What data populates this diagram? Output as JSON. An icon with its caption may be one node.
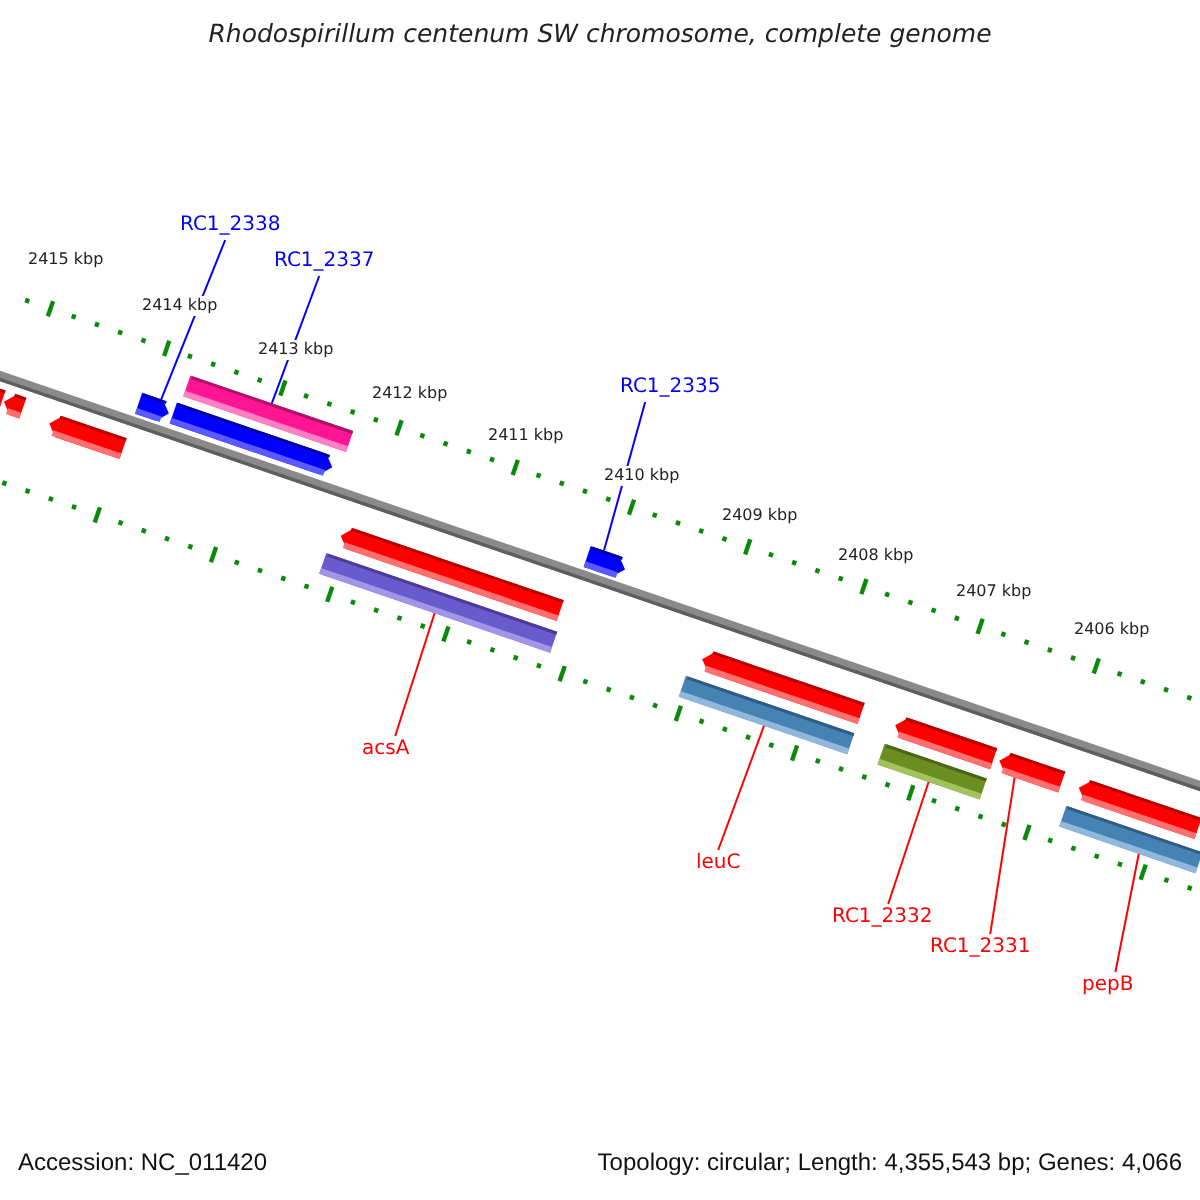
{
  "diagram": {
    "title": "Rhodospirillum centenum SW chromosome, complete genome",
    "nodes": [
      {
        "text": [
          "RC1_2338"
        ]
      },
      {
        "text": [
          "RC1_2337"
        ]
      },
      {
        "text": [
          "RC1_2335"
        ]
      },
      {
        "text": [
          "acsA"
        ]
      },
      {
        "text": [
          "leuC"
        ]
      },
      {
        "text": [
          "RC1_2332"
        ]
      },
      {
        "text": [
          "RC1_2331"
        ]
      },
      {
        "text": [
          "pepB"
        ]
      },
      {
        "text": [],
        "shape": "bar"
      },
      {
        "text": [],
        "shape": "bar"
      },
      {
        "text": [],
        "shape": "bar"
      },
      {
        "text": [],
        "shape": "bar"
      },
      {
        "text": [],
        "shape": "bar"
      },
      {
        "text": [],
        "shape": "bar"
      },
      {
        "text": [],
        "shape": "bar"
      },
      {
        "text": [],
        "shape": "bar"
      },
      {
        "text": [],
        "shape": "bar"
      },
      {
        "text": [],
        "shape": "bar"
      },
      {
        "text": [],
        "shape": "bar"
      },
      {
        "text": [],
        "shape": "bar"
      },
      {
        "text": [],
        "shape": "bar"
      },
      {
        "text": [],
        "shape": "bar"
      },
      {
        "text": [],
        "shape": "bar"
      },
      {
        "text": [],
        "shape": "bar"
      }
    ],
    "edges": [
      {
        "from": 0,
        "to": 11,
        "arrow": "none",
        "color": "#0000ff"
      },
      {
        "from": 1,
        "to": 12,
        "arrow": "none",
        "color": "#0000ff"
      },
      {
        "from": 2,
        "to": 16,
        "arrow": "none",
        "color": "#0000ff"
      },
      {
        "from": 3,
        "to": 15,
        "arrow": "none"
      },
      {
        "from": 4,
        "to": 18,
        "arrow": "none"
      },
      {
        "from": 5,
        "to": 20,
        "arrow": "none"
      },
      {
        "from": 6,
        "to": 21,
        "arrow": "none"
      },
      {
        "from": 7,
        "to": 23,
        "arrow": "none"
      }
    ],
    "labels": [
      "2415 kbp",
      "2414 kbp",
      "2413 kbp",
      "2412 kbp",
      "2411 kbp",
      "2410 kbp",
      "2409 kbp",
      "2408 kbp",
      "2407 kbp",
      "2406 kbp",
      "Accession: NC_011420",
      "Topology: circular; Length: 4,355,543 bp; Genes: 4,066"
    ]
  }
}
